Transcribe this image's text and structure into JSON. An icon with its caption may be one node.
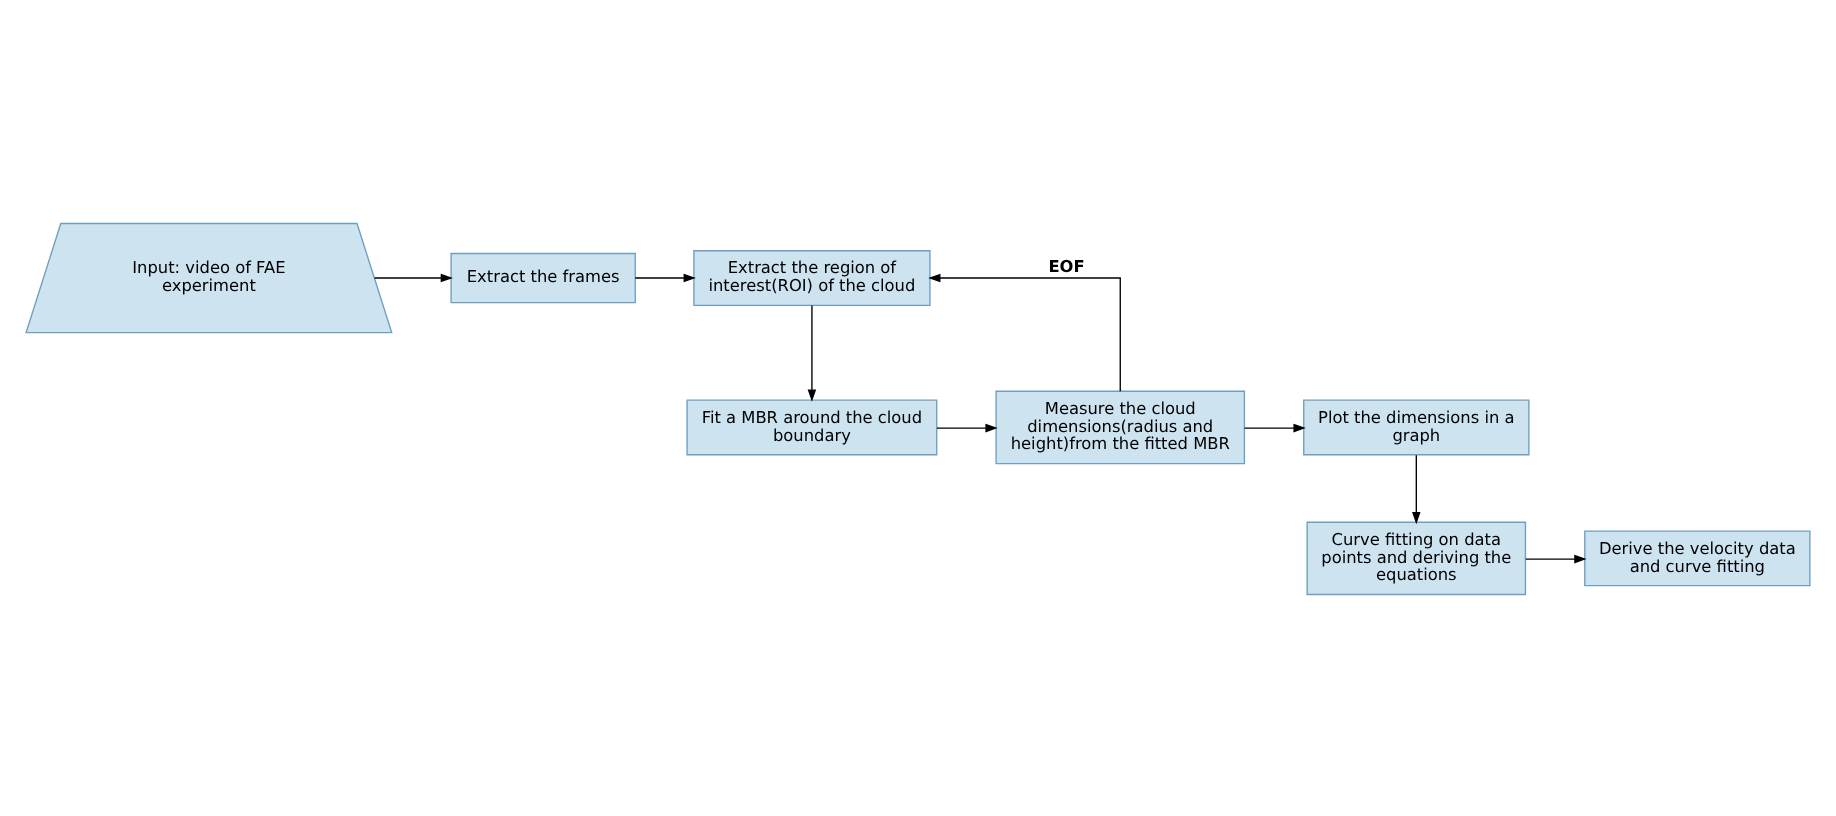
{
  "diagram": {
    "nodes": [
      {
        "text": [
          "Input: video of FAE experiment"
        ]
      },
      {
        "text": [
          "Extract the frames"
        ]
      },
      {
        "text": [
          "Extract the region of interest(ROI) of the cloud"
        ]
      },
      {
        "text": [
          "Fit a MBR around the cloud boundary"
        ]
      },
      {
        "text": [
          "Measure the cloud dimensions(radius and height)from the fitted MBR"
        ]
      },
      {
        "text": [
          "Plot the dimensions in a graph"
        ]
      },
      {
        "text": [
          "Curve fitting on data points and deriving the equations"
        ]
      },
      {
        "text": [
          "Derive the velocity data and curve fitting"
        ]
      }
    ],
    "edges": [
      {
        "from": 0,
        "to": 1,
        "arrow": "to"
      },
      {
        "from": 1,
        "to": 2,
        "arrow": "to"
      },
      {
        "from": 2,
        "to": 3,
        "arrow": "to"
      },
      {
        "from": 3,
        "to": 4,
        "arrow": "to"
      },
      {
        "from": 4,
        "to": 2,
        "arrow": "to",
        "label": "EOF"
      },
      {
        "from": 4,
        "to": 5,
        "arrow": "to"
      },
      {
        "from": 5,
        "to": 6,
        "arrow": "to"
      },
      {
        "from": 6,
        "to": 7,
        "arrow": "to"
      }
    ]
  }
}
